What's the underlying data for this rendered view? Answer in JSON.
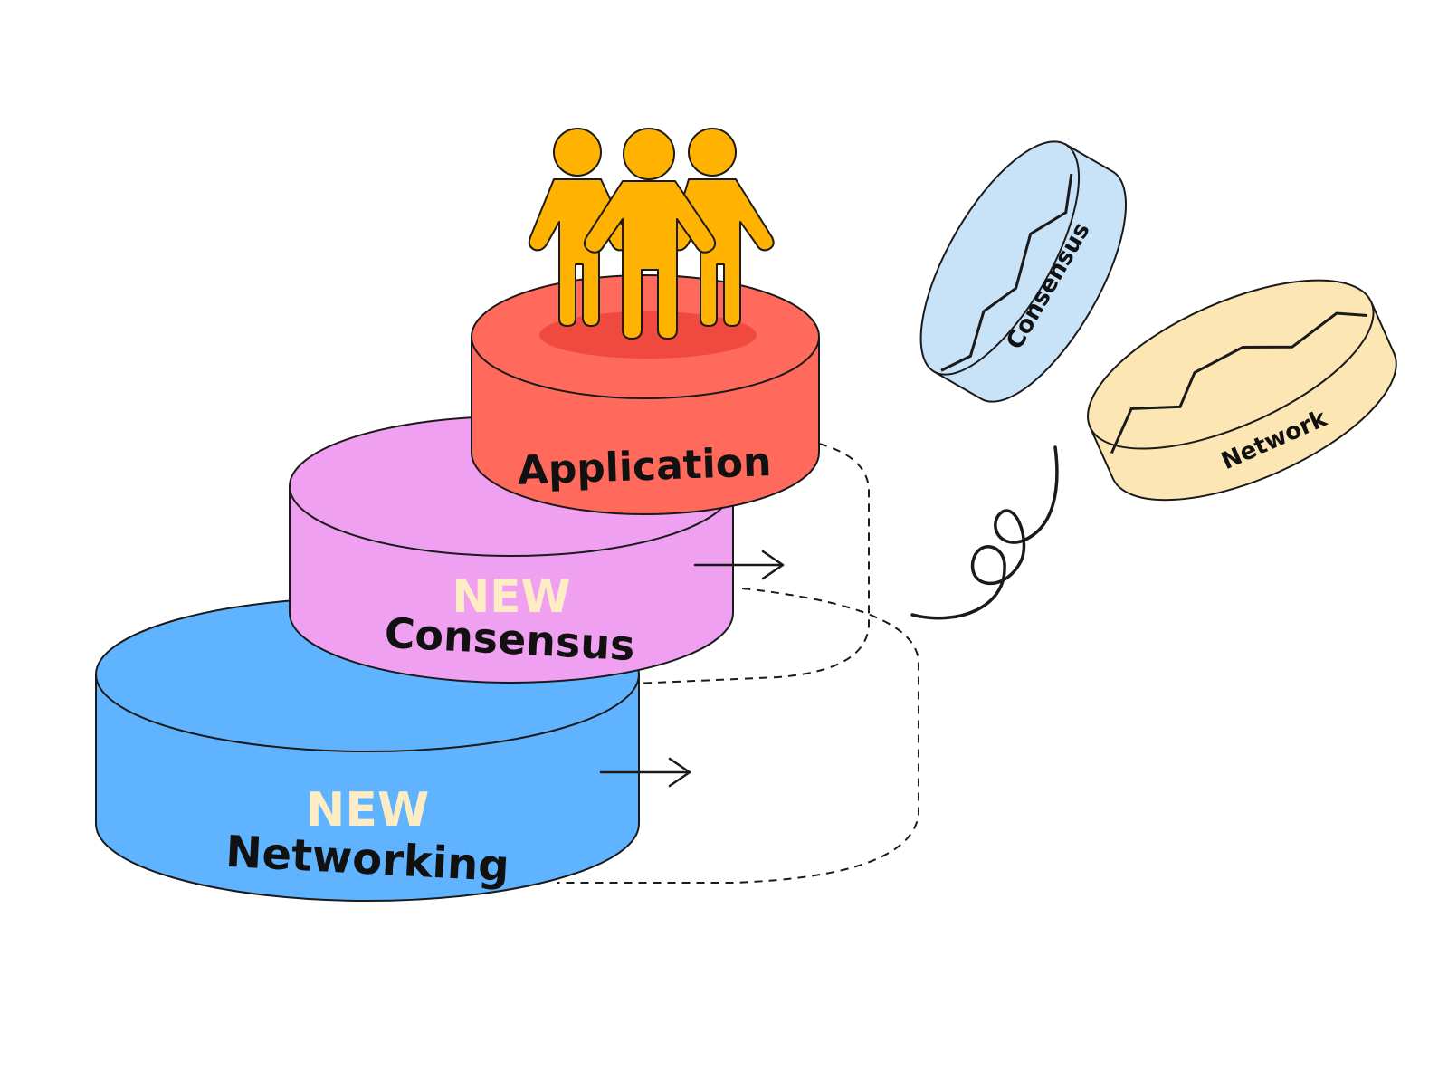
{
  "layers": {
    "application": {
      "label": "Application",
      "color": "#ff6a5c"
    },
    "consensus": {
      "new_tag": "NEW",
      "label": "Consensus",
      "color": "#f0a0f0"
    },
    "networking": {
      "new_tag": "NEW",
      "label": "Networking",
      "color": "#60b4ff"
    }
  },
  "new_tag_color": "#fdecc4",
  "people_color": "#ffb300",
  "pieces": {
    "consensus": {
      "label": "Consensus",
      "color": "#c8e2f8"
    },
    "network": {
      "label": "Network",
      "color": "#fbe6b4"
    }
  }
}
